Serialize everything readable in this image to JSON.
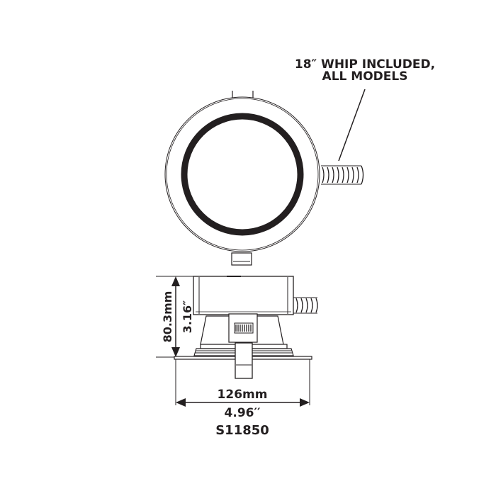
{
  "callout": {
    "line1": "18″ WHIP INCLUDED,",
    "line2": "ALL MODELS"
  },
  "dimensions": {
    "height_mm": "80.3mm",
    "height_in": "3.16″",
    "width_mm": "126mm",
    "width_in": "4.96′′"
  },
  "model": "S11850",
  "colors": {
    "ink": "#231f20",
    "background": "#ffffff"
  }
}
